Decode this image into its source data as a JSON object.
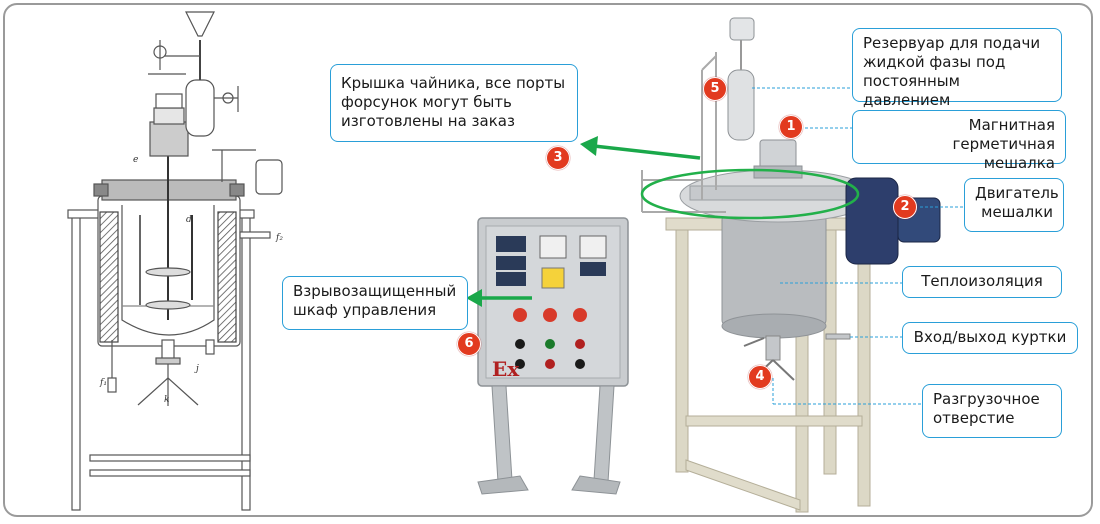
{
  "callouts": {
    "reservoir": "Резервуар для подачи\nжидкой фазы под\nпостоянным давлением",
    "lid": "Крышка чайника, все порты\nфорсунок могут быть\nизготовлены на заказ",
    "stirrer": "Магнитная герметичная\nмешалка",
    "motor": "Двигатель\nмешалки",
    "insulation": "Теплоизоляция",
    "control_cabinet": "Взрывозащищенный\nшкаф управления",
    "jacket_io": "Вход/выход куртки",
    "discharge": "Разгрузочное\nотверстие"
  },
  "badges": [
    "1",
    "2",
    "3",
    "4",
    "5",
    "6"
  ],
  "drawing_labels": {
    "e": "e",
    "d": "d",
    "f2": "f₂",
    "f1": "f₁",
    "j": "j",
    "k": "k"
  },
  "cabinet_mark": "Ex",
  "colors": {
    "callout_border": "#2a9fd8",
    "badge": "#e23a1f",
    "arrow": "#1aa84a",
    "ring": "#22b04a"
  }
}
